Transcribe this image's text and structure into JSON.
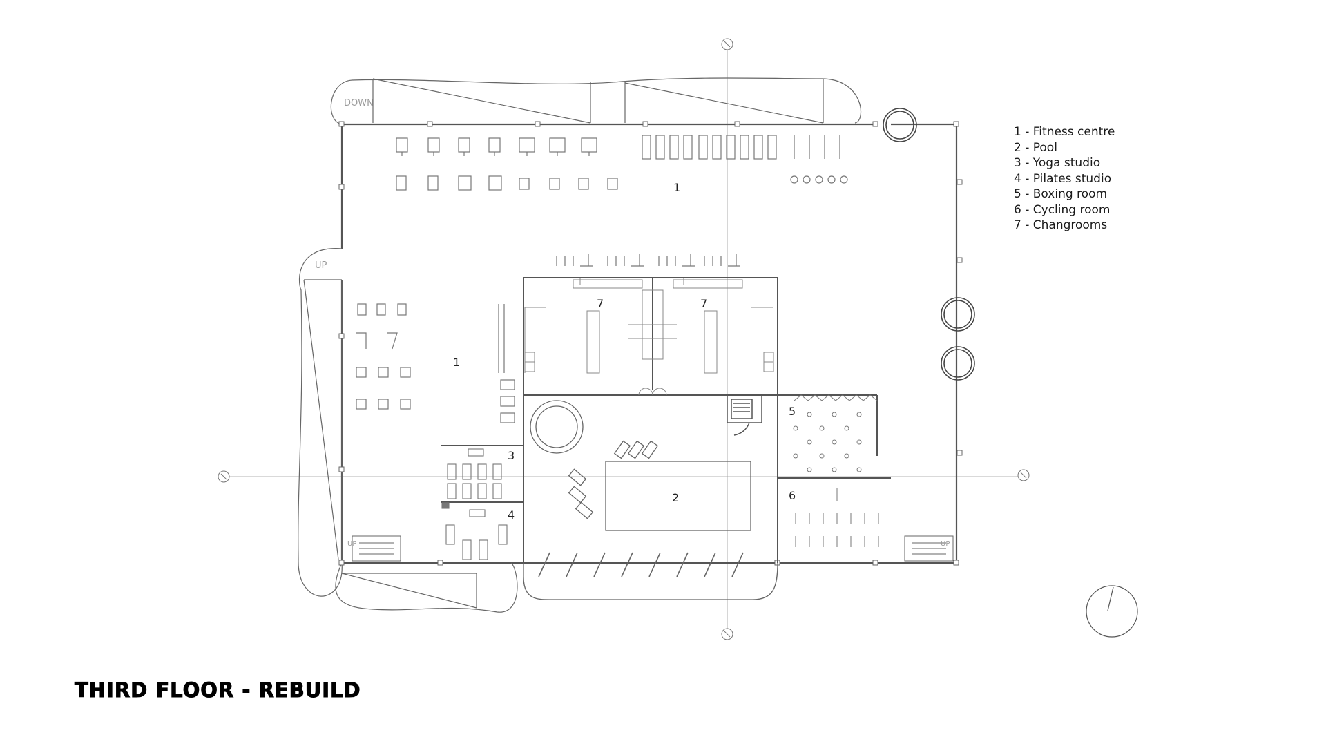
{
  "title": "THIRD FLOOR - REBUILD",
  "legend": [
    "1 - Fitness centre",
    "2 - Pool",
    "3 - Yoga studio",
    "4 - Pilates studio",
    "5 - Boxing room",
    "6 - Cycling room",
    "7 - Changrooms"
  ],
  "plan": {
    "room_numbers": {
      "fitness_top": "1",
      "fitness_left": "1",
      "pool": "2",
      "yoga": "3",
      "pilates": "4",
      "boxing": "5",
      "cycling": "6",
      "change_left": "7",
      "change_right": "7"
    },
    "stair_labels": {
      "down": "DOWN",
      "up_left": "UP",
      "up_bottom_left": "UP",
      "up_bottom_right": "UP"
    },
    "line_color": "#8a8a8a",
    "wall_color": "#555555"
  }
}
